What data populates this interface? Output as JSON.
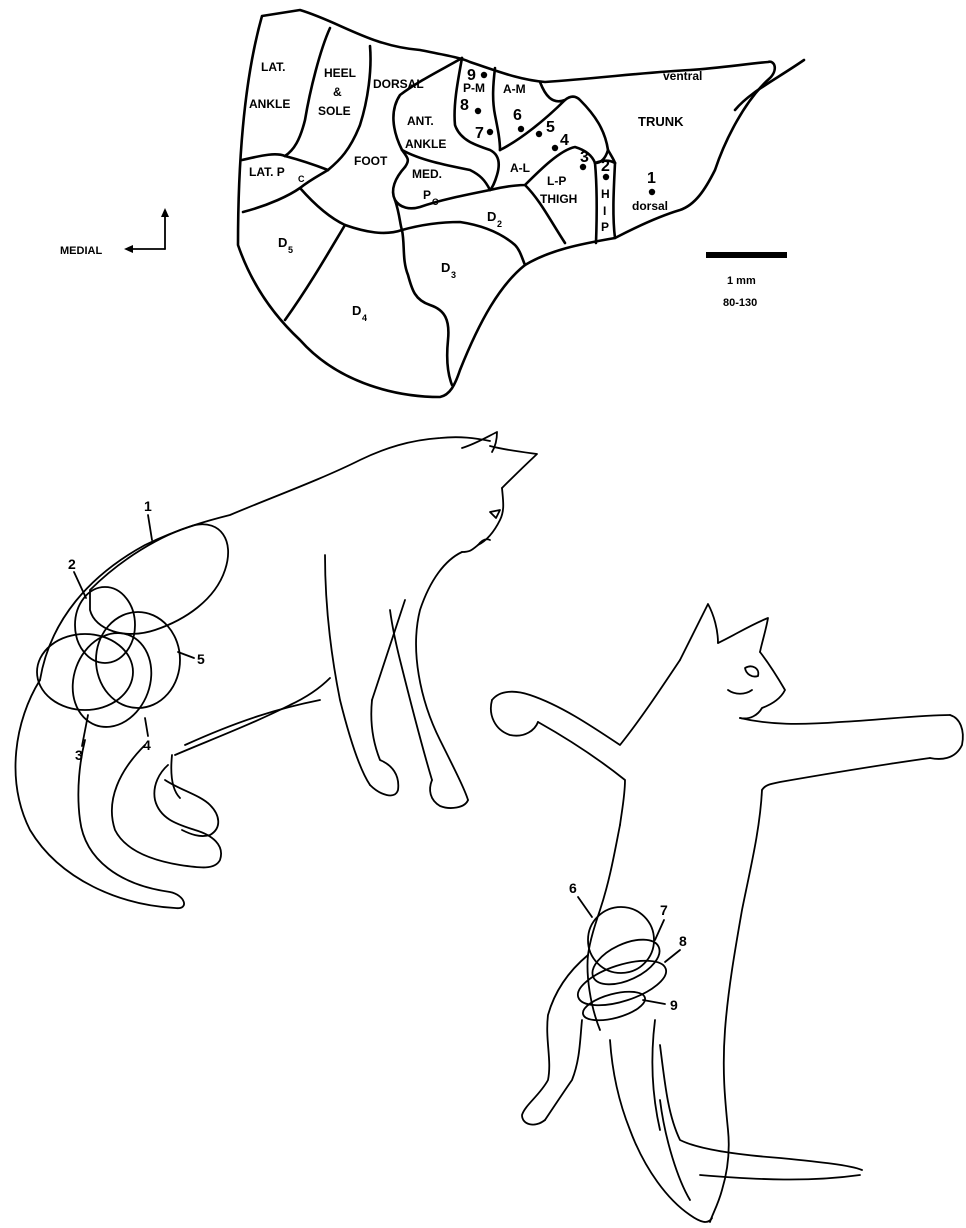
{
  "orientation": {
    "label": "MEDIAL"
  },
  "scale_bar": {
    "length_label": "1 mm",
    "id_label": "80-130"
  },
  "map_regions": {
    "lat_ankle_1": "LAT.",
    "lat_ankle_2": "ANKLE",
    "heel_1": "HEEL",
    "heel_2": "&",
    "heel_3": "SOLE",
    "dorsal": "DORSAL",
    "foot": "FOOT",
    "ant_ankle_1": "ANT.",
    "ant_ankle_2": "ANKLE",
    "lat_pc": "LAT. P",
    "lat_pc_sub": "C",
    "med_pc_1": "MED.",
    "med_pc_2": "P",
    "med_pc_sub": "C",
    "pm": "P-M",
    "am": "A-M",
    "al": "A-L",
    "lp_thigh_1": "L-P",
    "lp_thigh_2": "THIGH",
    "hip_h": "H",
    "hip_i": "I",
    "hip_p": "P",
    "ventral": "ventral",
    "trunk": "TRUNK",
    "dorsal_lower": "dorsal",
    "d2": "D",
    "d2_sub": "2",
    "d3": "D",
    "d3_sub": "3",
    "d4": "D",
    "d4_sub": "4",
    "d5": "D",
    "d5_sub": "5"
  },
  "recording_sites": [
    "1",
    "2",
    "3",
    "4",
    "5",
    "6",
    "7",
    "8",
    "9"
  ],
  "field_labels_cat1": [
    "1",
    "2",
    "3",
    "4",
    "5"
  ],
  "field_labels_cat2": [
    "6",
    "7",
    "8",
    "9"
  ]
}
